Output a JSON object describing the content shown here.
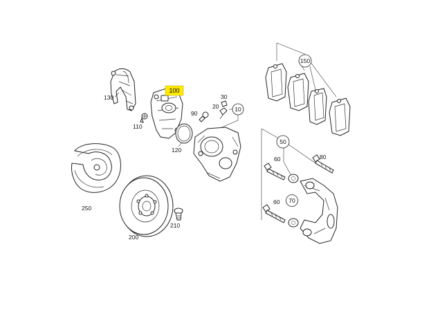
{
  "diagram": {
    "highlight_color": "#ffea00",
    "labels": {
      "p10": "10",
      "p20": "20",
      "p30": "30",
      "p50": "50",
      "p60a": "60",
      "p60b": "60",
      "p70": "70",
      "p80": "80",
      "p90": "90",
      "p100": "100",
      "p110": "110",
      "p120": "120",
      "p130": "130",
      "p150": "150",
      "p200": "200",
      "p210": "210",
      "p250": "250"
    }
  }
}
